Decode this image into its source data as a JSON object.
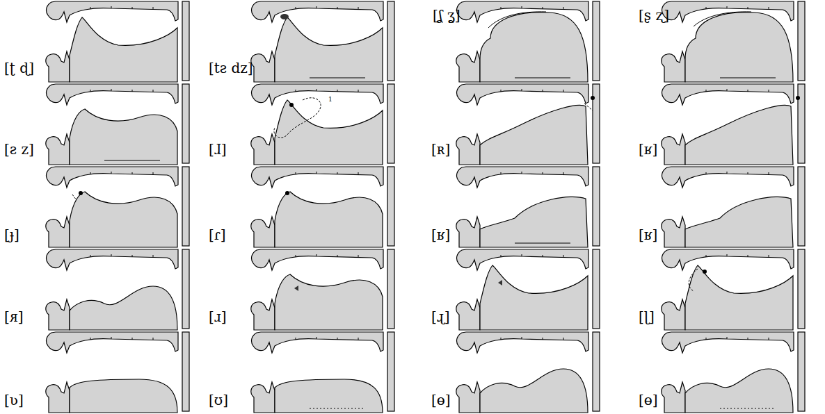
{
  "diagram": {
    "labels": [
      "[ʈ ɖ]",
      "[tƨ dz]",
      "[ʆ ʓ]",
      "[ʂ ʐ]",
      "[ƨ z]",
      "[ɺ]",
      "1",
      "[ʀ]",
      "[ʁ]",
      "[ɟ]",
      "[ɾ]",
      "[ʁ]",
      "[ʁ]",
      "[ᴙ]",
      "[ɹ]",
      "[ɻ]",
      "[ɭ]",
      "[ʋ]",
      "[ʊ]",
      "[ɵ]",
      "[ɵ]"
    ]
  }
}
